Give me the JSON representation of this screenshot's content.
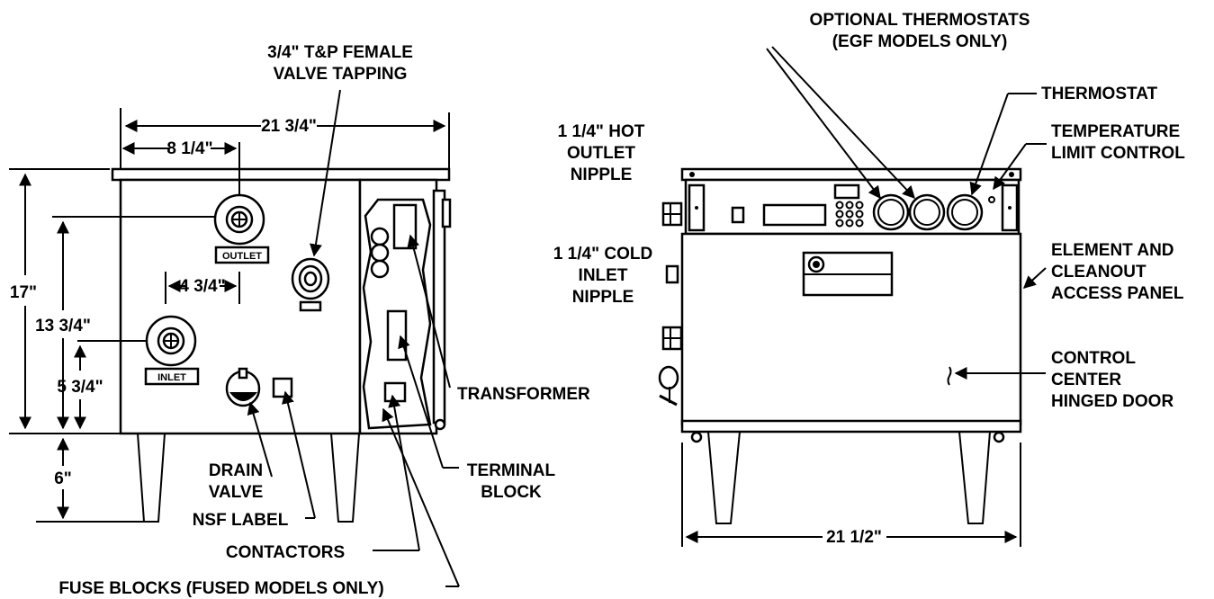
{
  "left_view": {
    "tp_valve": [
      "3/4\" T&P FEMALE",
      "VALVE TAPPING"
    ],
    "dim_width": "21 3/4\"",
    "dim_outlet_offset": "8 1/4\"",
    "dim_inlet_offset": "4 3/4\"",
    "dim_height": "17\"",
    "dim_outlet_height": "13 3/4\"",
    "dim_inlet_height": "5 3/4\"",
    "dim_legs": "6\"",
    "outlet_tag": "OUTLET",
    "inlet_tag": "INLET",
    "transformer": "TRANSFORMER",
    "terminal_block": [
      "TERMINAL",
      "BLOCK"
    ],
    "drain_valve": [
      "DRAIN",
      "VALVE"
    ],
    "nsf_label": "NSF LABEL",
    "contactors": "CONTACTORS",
    "fuse_blocks": "FUSE BLOCKS (FUSED MODELS ONLY)"
  },
  "right_view": {
    "optional_thermostats": [
      "OPTIONAL THERMOSTATS",
      "(EGF MODELS ONLY)"
    ],
    "thermostat": "THERMOSTAT",
    "temperature_limit": [
      "TEMPERATURE",
      "LIMIT CONTROL"
    ],
    "hot_outlet": [
      "1 1/4\" HOT",
      "OUTLET",
      "NIPPLE"
    ],
    "cold_inlet": [
      "1 1/4\" COLD",
      "INLET",
      "NIPPLE"
    ],
    "element_panel": [
      "ELEMENT AND",
      "CLEANOUT",
      "ACCESS PANEL"
    ],
    "control_center": [
      "CONTROL",
      "CENTER",
      "HINGED DOOR"
    ],
    "dim_width": "21 1/2\""
  }
}
